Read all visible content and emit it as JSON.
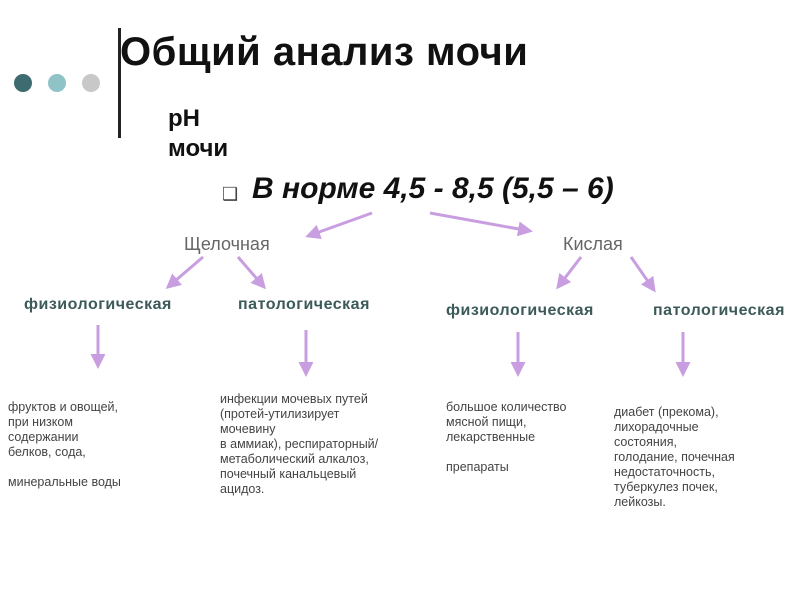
{
  "slide": {
    "title": "Общий анализ мочи",
    "subtitle": "pH мочи",
    "bullet": "❑",
    "norm": "В норме 4,5 - 8,5 (5,5 – 6)",
    "dot_colors": [
      "#3d6b70",
      "#8fc3c7",
      "#c8c8c8"
    ],
    "accent_color": "#c89ee0"
  },
  "branches": {
    "alkaline": "Щелочная",
    "acid": "Кислая"
  },
  "categories": {
    "alk_phys": "физиологическая",
    "alk_path": "патологическая",
    "acid_phys": "физиологическая",
    "acid_path": "патологическая"
  },
  "descriptions": {
    "alk_phys": "фруктов и овощей,\n при низком\nсодержании\nбелков, сода,\n\nминеральные воды",
    "alk_path": "инфекции мочевых путей\n(протей-утилизирует\nмочевину\n в аммиак), респираторный/\nметаболический алкалоз,\nпочечный канальцевый\nацидоз.",
    "acid_phys": "большое количество\nмясной пищи,\nлекарственные\n\nпрепараты",
    "acid_path": "диабет (прекома),\nлихорадочные\nсостояния,\nголодание, почечная\nнедостаточность,\nтуберкулез почек,\nлейкозы."
  }
}
